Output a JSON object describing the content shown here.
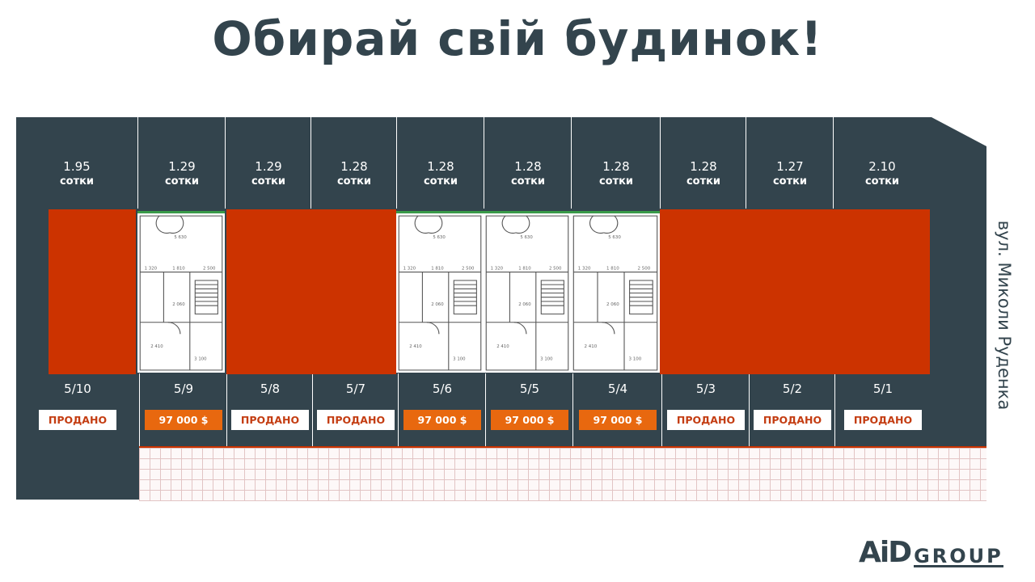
{
  "title": "Обирай свій будинок!",
  "unit": "сотки",
  "street": "вул. Миколи Руденка",
  "logo": {
    "text_ai": "AiD",
    "text_group": "GROUP"
  },
  "colors": {
    "dark": "#33444d",
    "sold_block": "#cc3300",
    "price_badge": "#e8680f"
  },
  "plots": [
    {
      "area": "1.95",
      "number": "5/10",
      "status": "ПРОДАНО",
      "sold": true
    },
    {
      "area": "1.29",
      "number": "5/9",
      "status": "97 000 $",
      "sold": false
    },
    {
      "area": "1.29",
      "number": "5/8",
      "status": "ПРОДАНО",
      "sold": true
    },
    {
      "area": "1.28",
      "number": "5/7",
      "status": "ПРОДАНО",
      "sold": true
    },
    {
      "area": "1.28",
      "number": "5/6",
      "status": "97 000 $",
      "sold": false
    },
    {
      "area": "1.28",
      "number": "5/5",
      "status": "97 000 $",
      "sold": false
    },
    {
      "area": "1.28",
      "number": "5/4",
      "status": "97 000 $",
      "sold": false
    },
    {
      "area": "1.28",
      "number": "5/3",
      "status": "ПРОДАНО",
      "sold": true
    },
    {
      "area": "1.27",
      "number": "5/2",
      "status": "ПРОДАНО",
      "sold": true
    },
    {
      "area": "2.10",
      "number": "5/1",
      "status": "ПРОДАНО",
      "sold": true
    }
  ]
}
